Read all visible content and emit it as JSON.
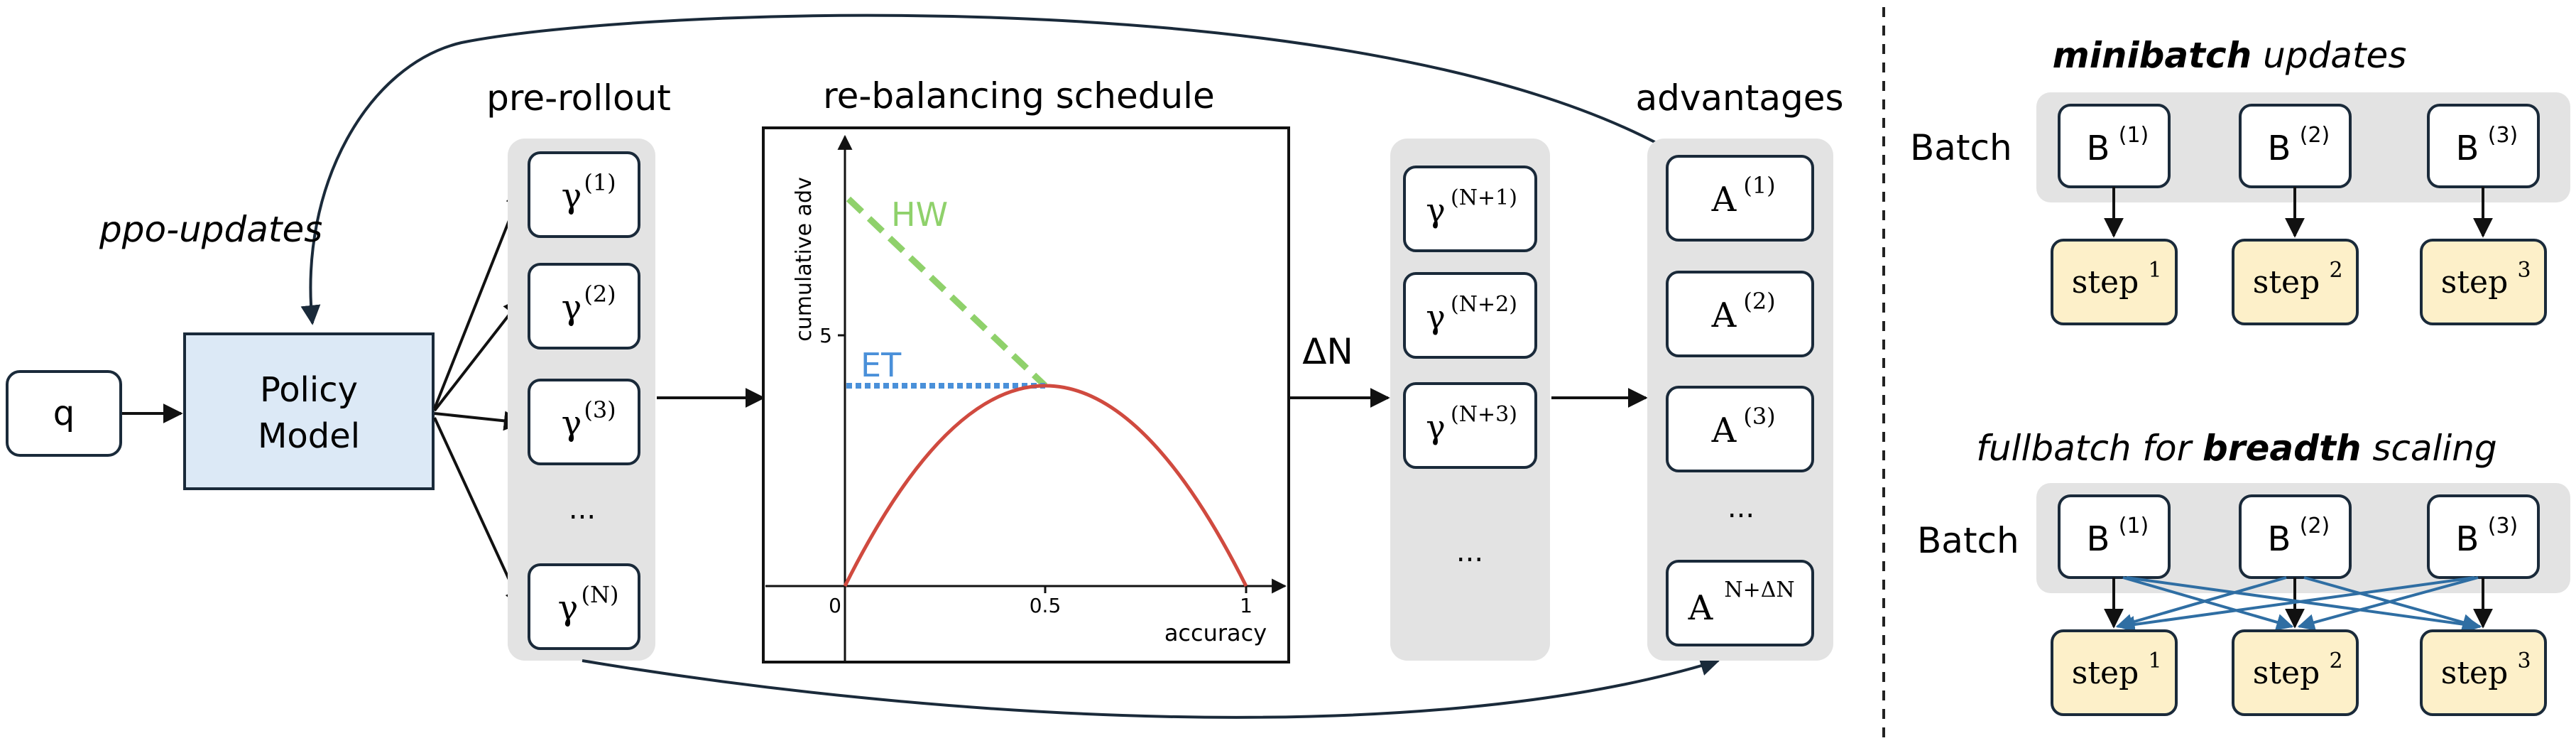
{
  "input": {
    "query": "q"
  },
  "policy_model": {
    "line1": "Policy",
    "line2": "Model"
  },
  "ppo_updates_label": "ppo-updates",
  "pre_rollout": {
    "title": "pre-rollout",
    "items": [
      "γ",
      "γ",
      "γ",
      "...",
      "γ"
    ],
    "superscripts": [
      "(1)",
      "(2)",
      "(3)",
      "",
      "(N)"
    ]
  },
  "schedule": {
    "title": "re-balancing schedule",
    "ylabel": "cumulative adv",
    "xlabel": "accuracy",
    "ytick": "5",
    "xticks": [
      "0",
      "0.5",
      "1"
    ],
    "hw_label": "HW",
    "et_label": "ET",
    "colors": {
      "hw": "#8fd16b",
      "et": "#4a90d9",
      "curve": "#d04a3f"
    }
  },
  "delta_n_label": "ΔN",
  "extra_rollouts": {
    "items": [
      "γ",
      "γ",
      "γ",
      "..."
    ],
    "superscripts": [
      "(N+1)",
      "(N+2)",
      "(N+3)",
      ""
    ]
  },
  "advantages": {
    "title": "advantages",
    "items": [
      "A",
      "A",
      "A",
      "...",
      "A"
    ],
    "superscripts": [
      "(1)",
      "(2)",
      "(3)",
      "",
      "N+ΔN"
    ]
  },
  "minibatch": {
    "title_bold": "minibatch",
    "title_rest": " updates",
    "batch_label": "Batch",
    "batches": [
      "B",
      "B",
      "B"
    ],
    "batch_sups": [
      "(1)",
      "(2)",
      "(3)"
    ],
    "steps": [
      "step",
      "step",
      "step"
    ],
    "step_sups": [
      "1",
      "2",
      "3"
    ]
  },
  "fullbatch": {
    "title_pre": "fullbatch for ",
    "title_bold": "breadth",
    "title_post": " scaling",
    "batch_label": "Batch",
    "batches": [
      "B",
      "B",
      "B"
    ],
    "batch_sups": [
      "(1)",
      "(2)",
      "(3)"
    ],
    "steps": [
      "step",
      "step",
      "step"
    ],
    "step_sups": [
      "1",
      "2",
      "3"
    ]
  },
  "colors": {
    "policy_fill": "#dce9f6",
    "panel_gray": "#e3e3e3",
    "step_fill": "#fdf0c9",
    "cross_arrow": "#2f6ea3",
    "stroke": "#1a2a3a"
  }
}
